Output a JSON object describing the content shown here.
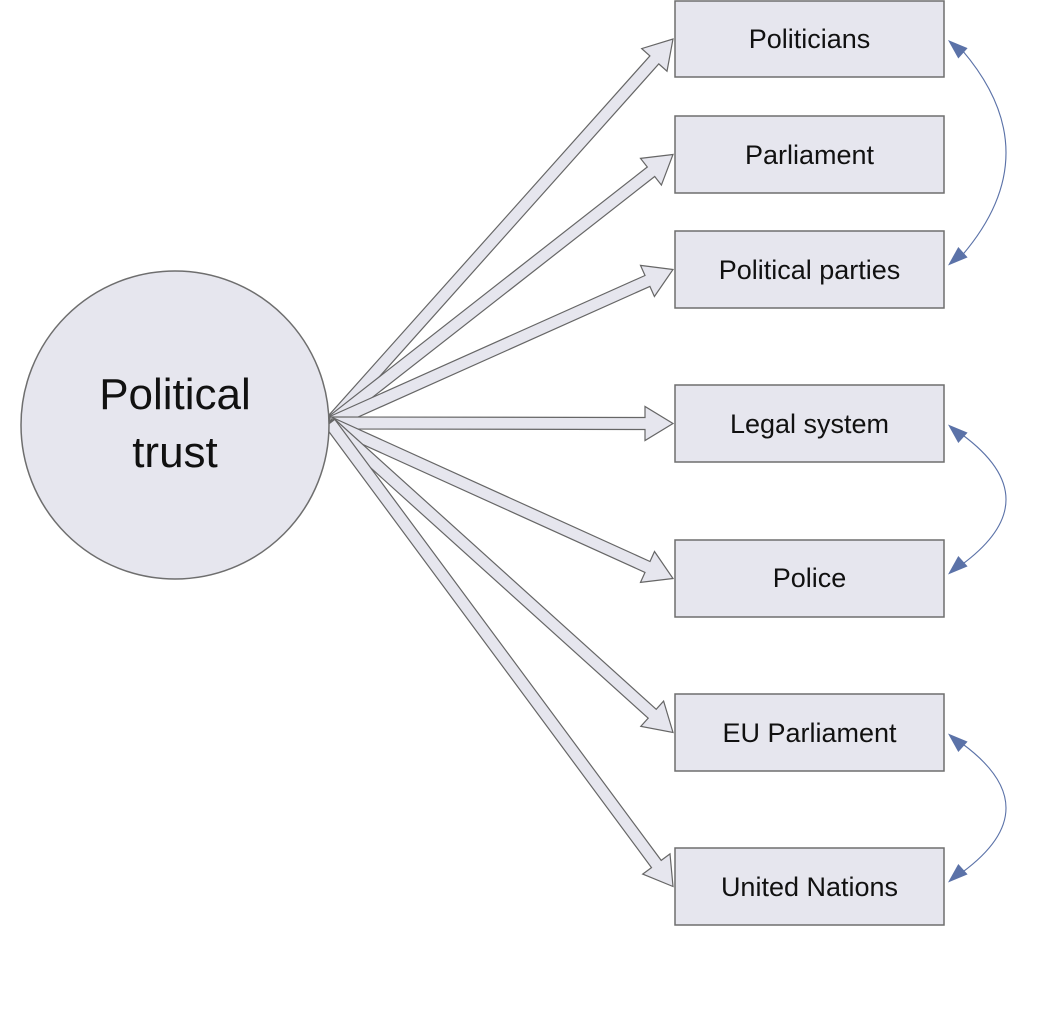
{
  "diagram": {
    "type": "structural-equation-model",
    "latent": {
      "label_lines": [
        "Political",
        "trust"
      ]
    },
    "indicators": [
      {
        "id": "politicians",
        "label": "Politicians"
      },
      {
        "id": "parliament",
        "label": "Parliament"
      },
      {
        "id": "political-parties",
        "label": "Political parties"
      },
      {
        "id": "legal-system",
        "label": "Legal system"
      },
      {
        "id": "police",
        "label": "Police"
      },
      {
        "id": "eu-parliament",
        "label": "EU Parliament"
      },
      {
        "id": "united-nations",
        "label": "United Nations"
      }
    ],
    "loadings": [
      {
        "from": "latent",
        "to": "politicians"
      },
      {
        "from": "latent",
        "to": "parliament"
      },
      {
        "from": "latent",
        "to": "political-parties"
      },
      {
        "from": "latent",
        "to": "legal-system"
      },
      {
        "from": "latent",
        "to": "police"
      },
      {
        "from": "latent",
        "to": "eu-parliament"
      },
      {
        "from": "latent",
        "to": "united-nations"
      }
    ],
    "correlations": [
      {
        "a": "politicians",
        "b": "political-parties"
      },
      {
        "a": "legal-system",
        "b": "police"
      },
      {
        "a": "eu-parliament",
        "b": "united-nations"
      }
    ],
    "colors": {
      "node_fill": "#e6e6ee",
      "node_stroke": "#6e6e6e",
      "arrow_fill": "#e6e6ee",
      "arrow_stroke": "#666666",
      "correlation": "#5b72a8",
      "text": "#111111"
    }
  }
}
